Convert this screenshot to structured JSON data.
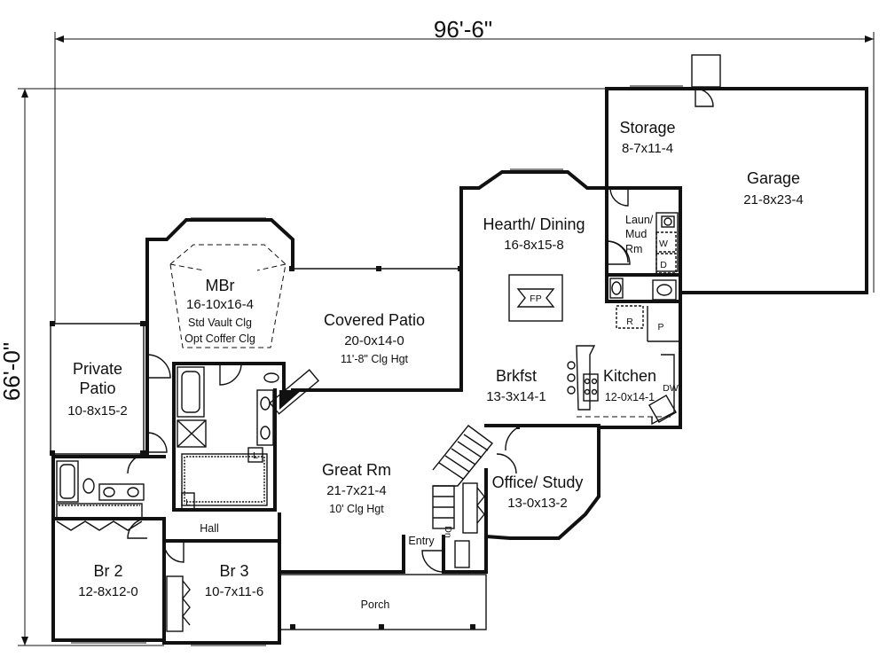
{
  "dimensions": {
    "width": "96'-6\"",
    "depth": "66'-0\""
  },
  "rooms": {
    "storage": {
      "name": "Storage",
      "size": "8-7x11-4"
    },
    "garage": {
      "name": "Garage",
      "size": "21-8x23-4"
    },
    "hearth_dining": {
      "name": "Hearth/ Dining",
      "size": "16-8x15-8"
    },
    "laun_mud": {
      "line1": "Laun/",
      "line2": "Mud",
      "line3": "Rm"
    },
    "mbr": {
      "name": "MBr",
      "size": "16-10x16-4",
      "note1": "Std Vault Clg",
      "note2": "Opt Coffer Clg"
    },
    "covered_patio": {
      "name": "Covered Patio",
      "size": "20-0x14-0",
      "note": "11'-8\" Clg Hgt"
    },
    "private_patio": {
      "line1": "Private",
      "line2": "Patio",
      "size": "10-8x15-2"
    },
    "brkfst": {
      "name": "Brkfst",
      "size": "13-3x14-1"
    },
    "kitchen": {
      "name": "Kitchen",
      "size": "12-0x14-1"
    },
    "great_rm": {
      "name": "Great Rm",
      "size": "21-7x21-4",
      "note": "10' Clg Hgt"
    },
    "office_study": {
      "name": "Office/ Study",
      "size": "13-0x13-2"
    },
    "br2": {
      "name": "Br 2",
      "size": "12-8x12-0"
    },
    "br3": {
      "name": "Br 3",
      "size": "10-7x11-6"
    },
    "hall": {
      "name": "Hall"
    },
    "entry": {
      "name": "Entry"
    },
    "porch": {
      "name": "Porch"
    }
  },
  "fixtures": {
    "fireplace": "FP",
    "refrigerator": "R",
    "pantry": "P",
    "dishwasher": "DW",
    "washer": "W",
    "dryer": "D",
    "linen": "L",
    "stair_down": "Dn"
  }
}
